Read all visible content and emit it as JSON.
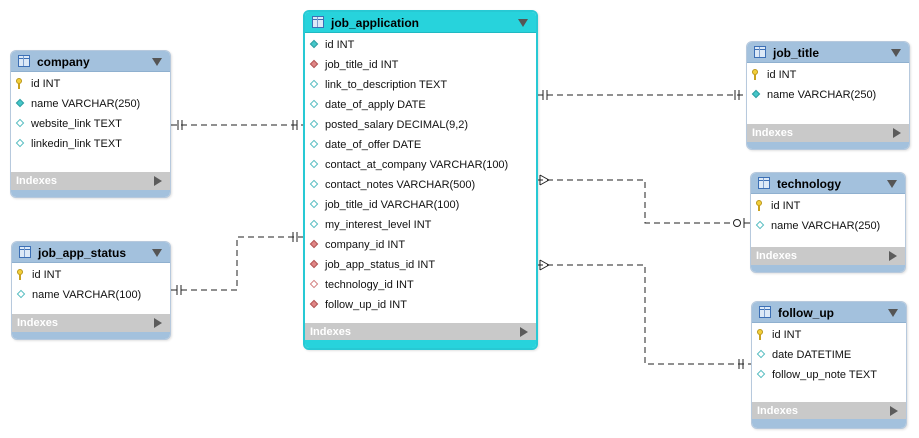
{
  "colors": {
    "header": "#a3c1dd",
    "header_selected": "#27d3dc",
    "index_bar": "#c9c9c9",
    "relationship_line": "#222222"
  },
  "indexes_label": "Indexes",
  "tables": {
    "company": {
      "name": "company",
      "columns": [
        {
          "label": "id INT",
          "icon": "primary-key-icon"
        },
        {
          "label": "name VARCHAR(250)",
          "icon": "column-diamond-icon"
        },
        {
          "label": "website_link TEXT",
          "icon": "nullable-column-icon"
        },
        {
          "label": "linkedin_link TEXT",
          "icon": "nullable-column-icon"
        }
      ]
    },
    "job_app_status": {
      "name": "job_app_status",
      "columns": [
        {
          "label": "id INT",
          "icon": "primary-key-icon"
        },
        {
          "label": "name VARCHAR(100)",
          "icon": "nullable-column-icon"
        }
      ]
    },
    "job_application": {
      "name": "job_application",
      "columns": [
        {
          "label": "id INT",
          "icon": "column-diamond-icon"
        },
        {
          "label": "job_title_id INT",
          "icon": "foreign-key-icon"
        },
        {
          "label": "link_to_description TEXT",
          "icon": "nullable-column-icon"
        },
        {
          "label": "date_of_apply DATE",
          "icon": "nullable-column-icon"
        },
        {
          "label": "posted_salary DECIMAL(9,2)",
          "icon": "nullable-column-icon"
        },
        {
          "label": "date_of_offer DATE",
          "icon": "nullable-column-icon"
        },
        {
          "label": "contact_at_company VARCHAR(100)",
          "icon": "nullable-column-icon"
        },
        {
          "label": "contact_notes VARCHAR(500)",
          "icon": "nullable-column-icon"
        },
        {
          "label": "job_title_id VARCHAR(100)",
          "icon": "nullable-column-icon"
        },
        {
          "label": "my_interest_level INT",
          "icon": "nullable-column-icon"
        },
        {
          "label": "company_id INT",
          "icon": "foreign-key-icon"
        },
        {
          "label": "job_app_status_id INT",
          "icon": "foreign-key-icon"
        },
        {
          "label": "technology_id INT",
          "icon": "nullable-foreign-key-icon"
        },
        {
          "label": "follow_up_id INT",
          "icon": "foreign-key-icon"
        }
      ]
    },
    "job_title": {
      "name": "job_title",
      "columns": [
        {
          "label": "id INT",
          "icon": "primary-key-icon"
        },
        {
          "label": "name VARCHAR(250)",
          "icon": "column-diamond-icon"
        }
      ]
    },
    "technology": {
      "name": "technology",
      "columns": [
        {
          "label": "id INT",
          "icon": "primary-key-icon"
        },
        {
          "label": "name VARCHAR(250)",
          "icon": "nullable-column-icon"
        }
      ]
    },
    "follow_up": {
      "name": "follow_up",
      "columns": [
        {
          "label": "id INT",
          "icon": "primary-key-icon"
        },
        {
          "label": "date DATETIME",
          "icon": "nullable-column-icon"
        },
        {
          "label": "follow_up_note TEXT",
          "icon": "nullable-column-icon"
        }
      ]
    }
  }
}
